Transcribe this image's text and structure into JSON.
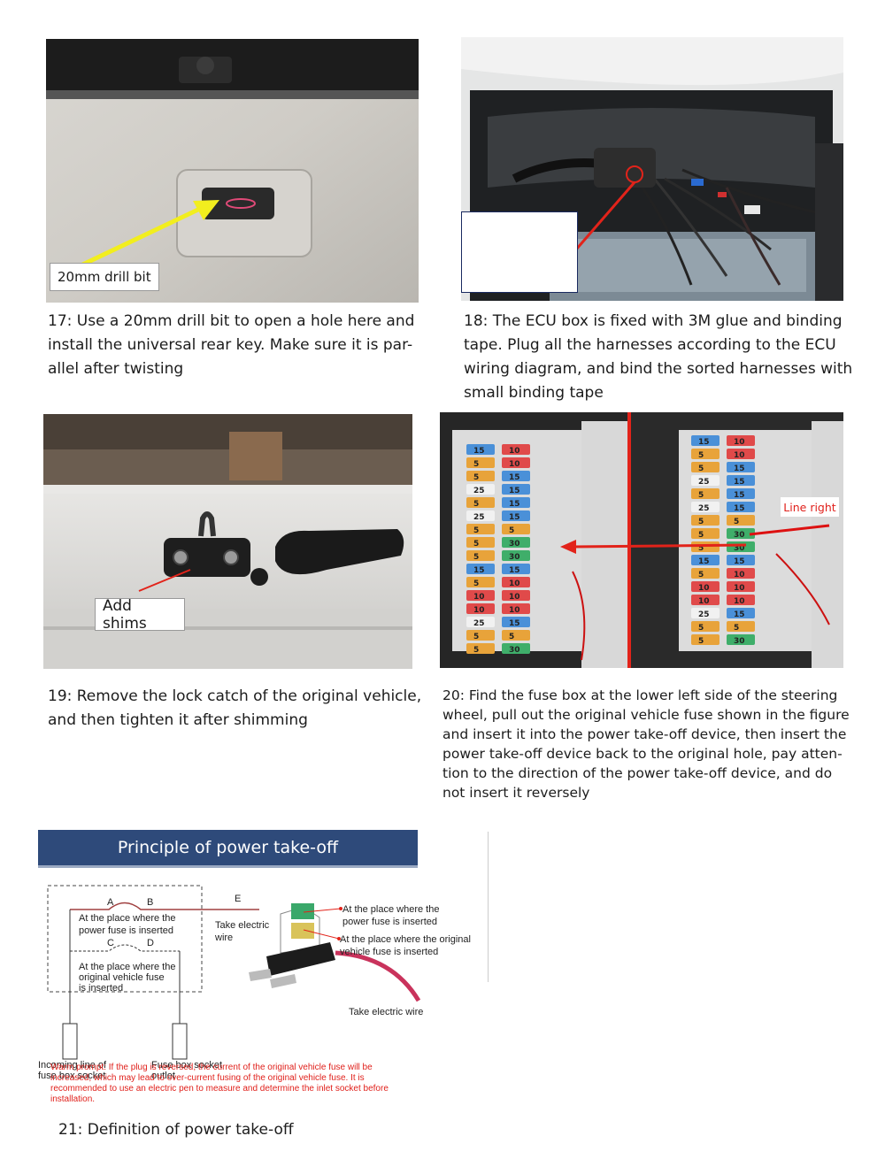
{
  "step17": {
    "label": "20mm drill bit",
    "caption_lines": [
      "17: Use a 20mm drill bit to open a hole here and",
      "install the universal rear key. Make sure it is par-",
      "allel after twisting"
    ]
  },
  "step18": {
    "caption_lines": [
      "18: The ECU box is fixed with 3M glue and binding",
      "tape. Plug all the harnesses according to the ECU",
      "wiring diagram, and bind the sorted harnesses with",
      "small binding tape"
    ]
  },
  "step19": {
    "label": "Add shims",
    "caption_lines": [
      "19: Remove the lock catch of the original vehicle,",
      "and then tighten it after shimming"
    ]
  },
  "step20": {
    "label": "Line right",
    "caption_lines": [
      "20: Find the fuse box at the lower left side of the steering",
      "wheel, pull out the original vehicle fuse shown in the figure",
      "and insert it into the power take-off device, then insert the",
      "power take-off device back to the original hole, pay atten-",
      "tion to the direction of the power take-off device, and do",
      "not insert it reversely"
    ],
    "fuse_values_left": [
      "15",
      "5",
      "5",
      "25",
      "5",
      "25",
      "5",
      "5",
      "5",
      "15",
      "5",
      "10",
      "10",
      "25",
      "5",
      "5"
    ],
    "fuse_values_right": [
      "10",
      "10",
      "15",
      "15",
      "15",
      "15",
      "5",
      "30",
      "30",
      "15",
      "10",
      "10",
      "10",
      "15",
      "5",
      "30"
    ]
  },
  "step21": {
    "banner": "Principle of power take-off",
    "letters": {
      "a": "A",
      "b": "B",
      "c": "C",
      "d": "D",
      "e": "E"
    },
    "place_power_fuse": [
      "At the place where the",
      "power fuse is inserted"
    ],
    "place_original_fuse": [
      "At the place where the",
      "original vehicle fuse",
      "is inserted"
    ],
    "take_electric_wire_left": [
      "Take electric",
      "wire"
    ],
    "incoming_line": [
      "Incoming line of",
      "fuse box socket"
    ],
    "fuse_box_outlet": [
      "Fuse box socket",
      "outlet"
    ],
    "right_power_fuse": [
      "At the place where the",
      "power fuse is inserted"
    ],
    "right_original_fuse": [
      "At the place where the original",
      "vehicle fuse is inserted"
    ],
    "take_electric_wire_bottom": "Take electric wire",
    "warning_lines": [
      "Warm prompt: If the plug is reversed, the current of the original vehicle fuse will be",
      "increased, which may lead to over-current fusing of the original vehicle fuse. It is",
      "recommended to use an electric pen to measure and determine the inlet socket before",
      "installation."
    ],
    "caption": "21: Definition of power take-off"
  },
  "colors": {
    "banner_bg": "#2e4a7a",
    "arrow_yellow": "#f2ee1e",
    "arrow_red": "#e2231a",
    "warning_red": "#e0201b"
  }
}
